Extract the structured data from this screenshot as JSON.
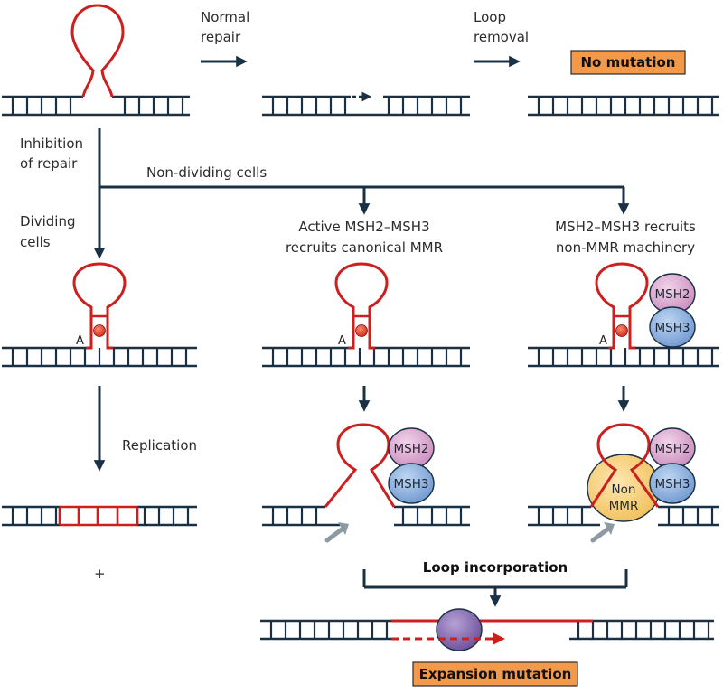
{
  "labels": {
    "normal_repair_1": "Normal",
    "normal_repair_2": "repair",
    "loop_removal_1": "Loop",
    "loop_removal_2": "removal",
    "no_mutation": "No mutation",
    "inhibition_1": "Inhibition",
    "inhibition_2": "of repair",
    "non_dividing": "Non-dividing cells",
    "dividing_1": "Dividing",
    "dividing_2": "cells",
    "active_1": "Active MSH2–MSH3",
    "active_2": "recruits canonical MMR",
    "nonmmr_1": "MSH2–MSH3 recruits",
    "nonmmr_2": "non-MMR machinery",
    "replication": "Replication",
    "plus": "+",
    "loop_incorporation": "Loop incorporation",
    "expansion_mutation": "Expansion mutation",
    "base_a": "A",
    "msh2": "MSH2",
    "msh3": "MSH3",
    "non_mmr_1": "Non",
    "non_mmr_2": "MMR"
  },
  "colors": {
    "dna_strand": "#1a3045",
    "repeat_loop": "#cc1f1f",
    "arrow": "#1a3045",
    "grey_arrow": "#8c9aa3",
    "msh2_fill": "#d9a3cc",
    "msh3_fill": "#7fa6d6",
    "non_mmr_fill": "#f6c96a",
    "polymerase_fill": "#8a6bb0",
    "result_box": "#f29a4a"
  }
}
